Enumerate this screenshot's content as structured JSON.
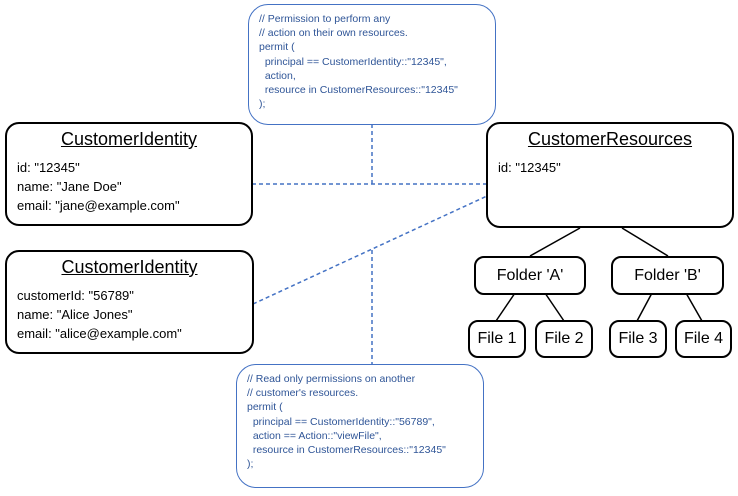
{
  "diagram": {
    "colors": {
      "box_border": "#000000",
      "policy_border": "#4472c4",
      "policy_text": "#2f5597",
      "dashed_line": "#4472c4"
    },
    "entities": {
      "customer_identity_1": {
        "title": "CustomerIdentity",
        "attrs": [
          "id: \"12345\"",
          "name: \"Jane Doe\"",
          "email: \"jane@example.com\""
        ]
      },
      "customer_identity_2": {
        "title": "CustomerIdentity",
        "attrs": [
          "customerId: \"56789\"",
          "name: \"Alice Jones\"",
          "email: \"alice@example.com\""
        ]
      },
      "customer_resources": {
        "title": "CustomerResources",
        "attrs": [
          "id: \"12345\""
        ]
      }
    },
    "nodes": {
      "folder_a": "Folder 'A'",
      "folder_b": "Folder 'B'",
      "file_1": "File 1",
      "file_2": "File 2",
      "file_3": "File 3",
      "file_4": "File 4"
    },
    "policies": {
      "top": [
        "// Permission to perform any",
        "// action on their own resources.",
        "permit (",
        "  principal == CustomerIdentity::\"12345\",",
        "  action,",
        "  resource in CustomerResources::\"12345\"",
        ");"
      ],
      "bottom": [
        "// Read only permissions on another",
        "// customer's resources.",
        "permit (",
        "  principal == CustomerIdentity::\"56789\",",
        "  action == Action::\"viewFile\",",
        "  resource in CustomerResources::\"12345\"",
        ");"
      ]
    }
  }
}
